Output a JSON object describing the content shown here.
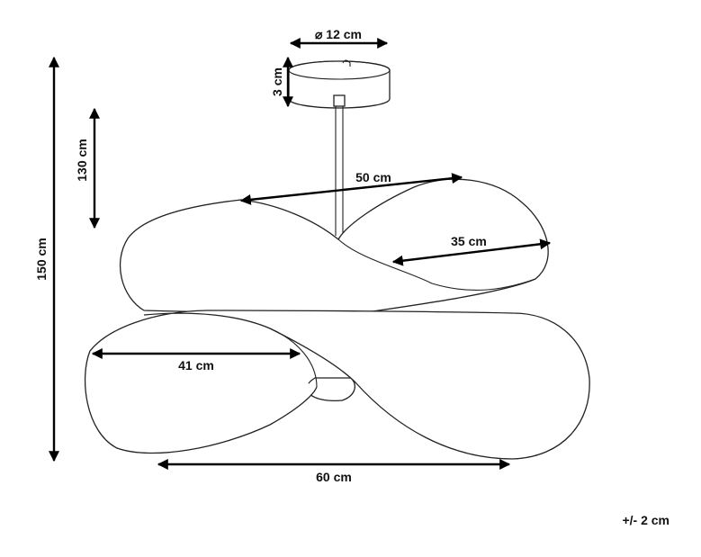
{
  "diagram": {
    "canopy_diameter": "⌀ 12 cm",
    "canopy_height": "3 cm",
    "drop_min": "130 cm",
    "drop_total": "150 cm",
    "upper_length": "50 cm",
    "upper_depth": "35 cm",
    "lower_depth": "41 cm",
    "overall_width": "60 cm",
    "tolerance": "+/- 2 cm"
  }
}
